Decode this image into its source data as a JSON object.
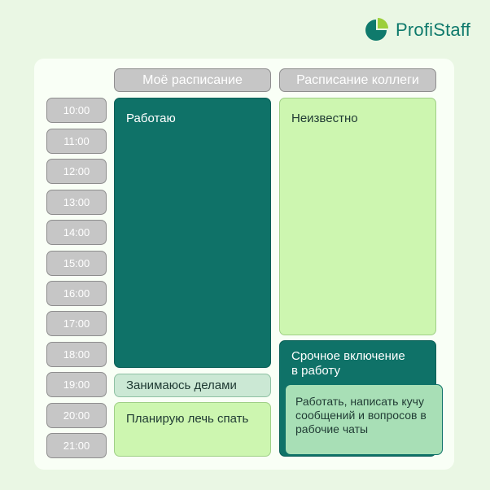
{
  "brand": {
    "name": "ProfiStaff",
    "color_primary": "#0f7a6c",
    "color_accent": "#9ccf3a"
  },
  "headers": {
    "mine": "Моё расписание",
    "colleague": "Расписание коллеги"
  },
  "times": [
    "10:00",
    "11:00",
    "12:00",
    "13:00",
    "14:00",
    "15:00",
    "16:00",
    "17:00",
    "18:00",
    "19:00",
    "20:00",
    "21:00"
  ],
  "my_schedule": {
    "working": "Работаю",
    "busy": "Занимаюсь делами",
    "sleep_plan": "Планирую лечь спать"
  },
  "colleague_schedule": {
    "unknown": "Неизвестно",
    "urgent": "Срочное включение в работу",
    "task": "Работать, написать кучу сообщений и вопросов в рабочие чаты"
  },
  "colors": {
    "dark_block": "#0f7268",
    "light_block": "#cdf6b0",
    "mint_block": "#cbe8d4",
    "time_slot": "#c6c6c6",
    "background": "#eaf7e4"
  }
}
